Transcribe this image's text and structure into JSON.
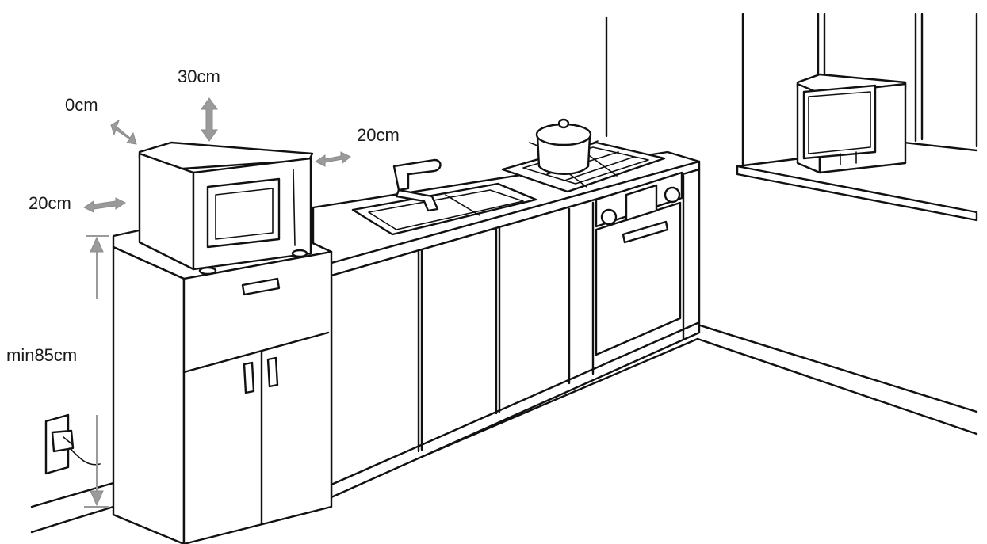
{
  "diagram": {
    "labels": {
      "clearance_left_back": "0cm",
      "clearance_top": "30cm",
      "clearance_right": "20cm",
      "clearance_left": "20cm",
      "min_height": "min85cm"
    },
    "colors": {
      "line": "#111111",
      "arrow": "#9a9a9a",
      "background": "#ffffff"
    }
  }
}
